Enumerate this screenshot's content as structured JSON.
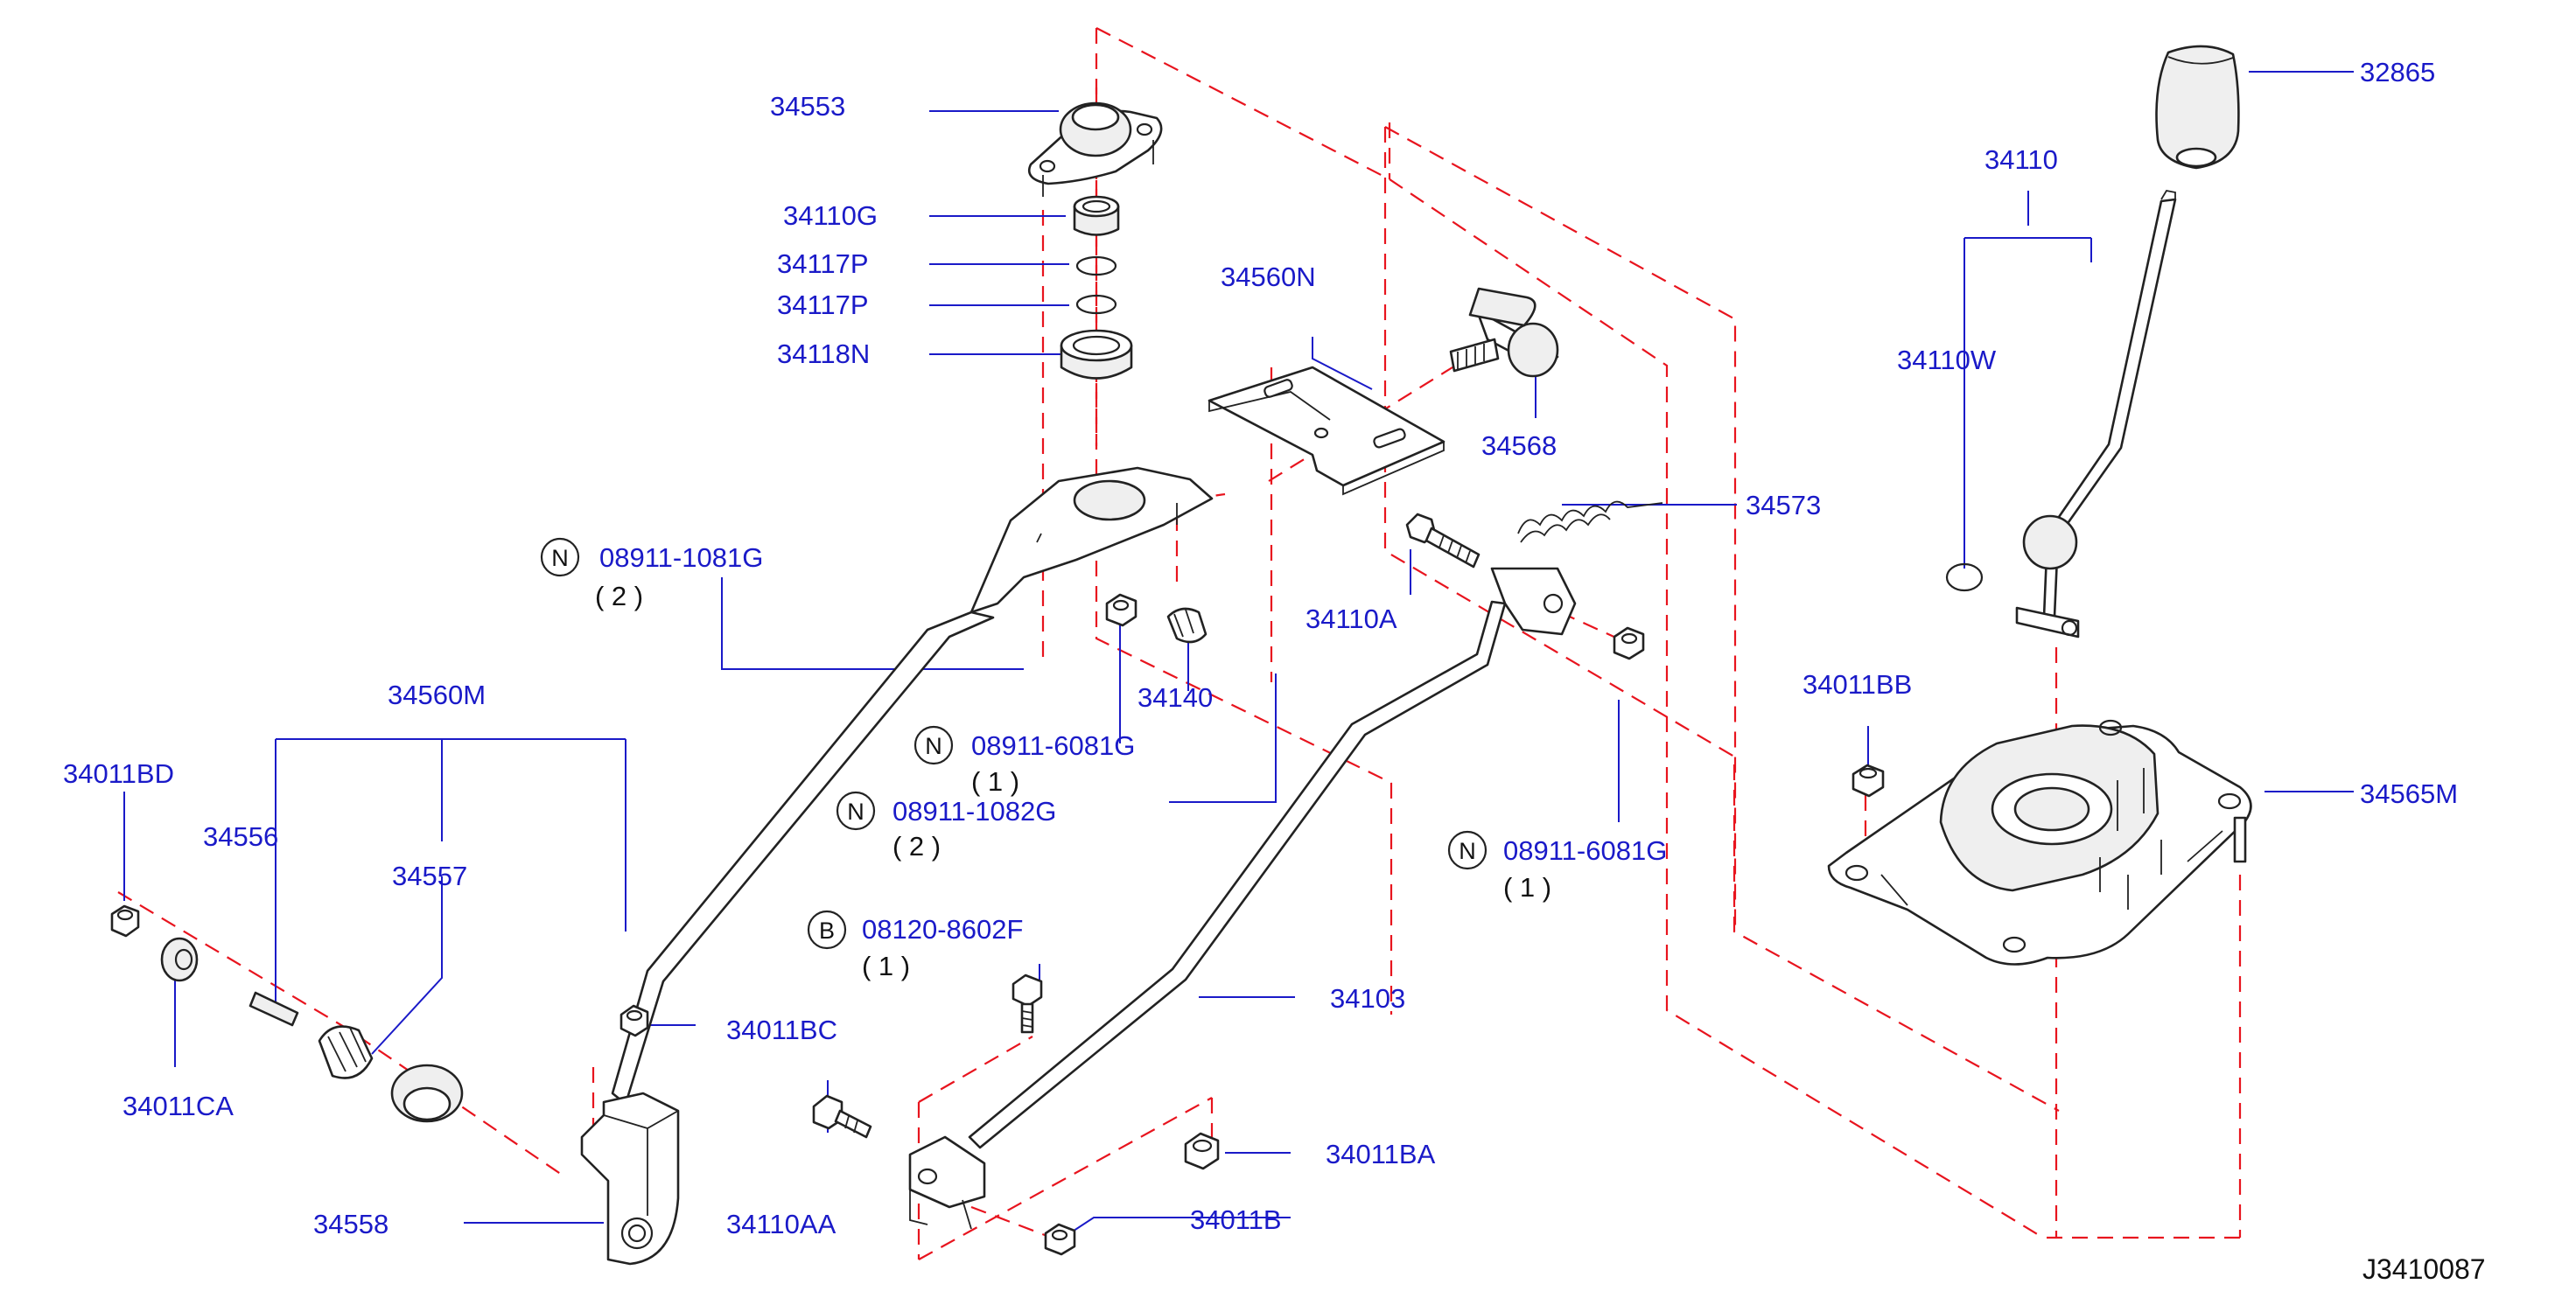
{
  "diagram_code": "J3410087",
  "colors": {
    "callout": "#1a1ac8",
    "centerline": "#e8141e",
    "parts": "#222222"
  },
  "labels": {
    "p34553": "34553",
    "p34110G": "34110G",
    "p34117P_a": "34117P",
    "p34117P_b": "34117P",
    "p34118N": "34118N",
    "p34560N": "34560N",
    "p34568": "34568",
    "p34573": "34573",
    "p32865": "32865",
    "p34110": "34110",
    "p34110W": "34110W",
    "p34110A": "34110A",
    "p34011BB": "34011BB",
    "p34565M": "34565M",
    "p34140": "34140",
    "p34560M": "34560M",
    "p34011BD": "34011BD",
    "p34556": "34556",
    "p34557": "34557",
    "p34011CA": "34011CA",
    "p34011BC": "34011BC",
    "p34558": "34558",
    "p34110AA": "34110AA",
    "p34011BA": "34011BA",
    "p34011B": "34011B",
    "p34103": "34103"
  },
  "fasteners": [
    {
      "prefix": "N",
      "part": "08911-1081G",
      "qty": "( 2 )"
    },
    {
      "prefix": "N",
      "part": "08911-6081G",
      "qty": "( 1 )"
    },
    {
      "prefix": "N",
      "part": "08911-1082G",
      "qty": "( 2 )"
    },
    {
      "prefix": "B",
      "part": "08120-8602F",
      "qty": "( 1 )"
    },
    {
      "prefix": "N",
      "part": "08911-6081G",
      "qty": "( 1 )"
    }
  ]
}
